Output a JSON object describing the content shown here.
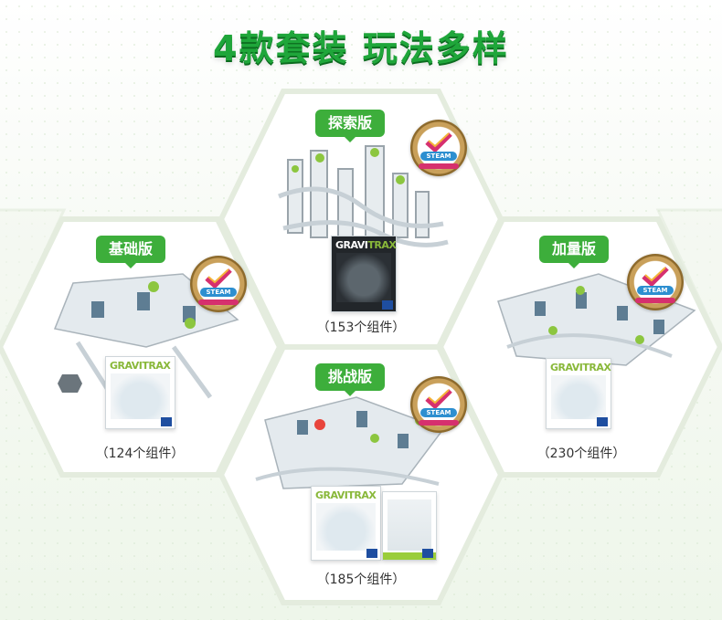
{
  "header": {
    "title": "4款套装  玩法多样"
  },
  "cards": [
    {
      "id": "explore",
      "label": "探索版",
      "count": "（153个组件）"
    },
    {
      "id": "basic",
      "label": "基础版",
      "count": "（124个组件）"
    },
    {
      "id": "extra",
      "label": "加量版",
      "count": "（230个组件）"
    },
    {
      "id": "challenge",
      "label": "挑战版",
      "count": "（185个组件）"
    }
  ],
  "badge": {
    "text": "STEAM"
  },
  "box": {
    "brand_a": "GRAVI",
    "brand_b": "TRAX"
  },
  "colors": {
    "accent": "#3dae3b",
    "title": "#1fa63a",
    "hex_border": "#e3ecdd",
    "badge_gold": "#c9a05a",
    "badge_blue": "#2d8fd0",
    "badge_pink": "#d6306e"
  }
}
